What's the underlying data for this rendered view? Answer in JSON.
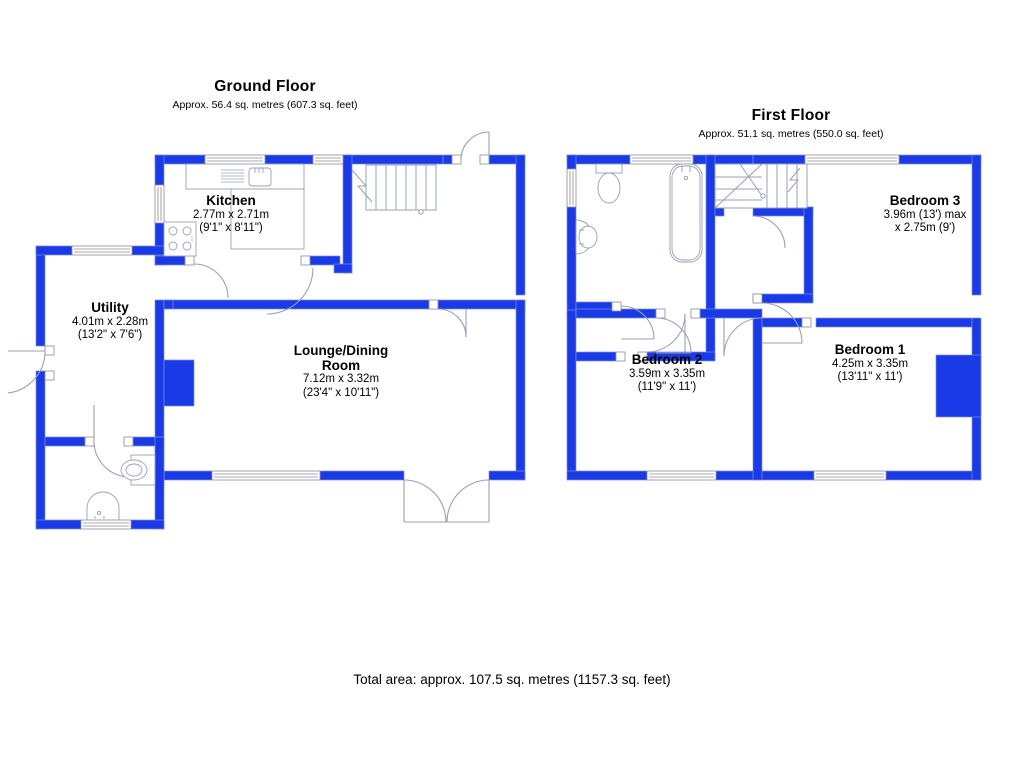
{
  "document": {
    "type": "floor-plan",
    "total_area": "Total area: approx. 107.5 sq. metres (1157.3 sq. feet)"
  },
  "colors": {
    "wall": "#1a3ae8",
    "wall_outline": "#8f9fd8",
    "fixture_line": "#9aa0b4",
    "door_arc": "#9aa0b4",
    "background": "#ffffff",
    "text": "#000000"
  },
  "floors": [
    {
      "id": "ground",
      "title": "Ground Floor",
      "area": "Approx. 56.4 sq. metres (607.3 sq. feet)",
      "rooms": [
        {
          "id": "kitchen",
          "name": "Kitchen",
          "dim_metric": "2.77m x 2.71m",
          "dim_imperial": "(9'1\" x 8'11\")"
        },
        {
          "id": "utility",
          "name": "Utility",
          "dim_metric": "4.01m x 2.28m",
          "dim_imperial": "(13'2\" x 7'6\")"
        },
        {
          "id": "lounge",
          "name": "Lounge/Dining Room",
          "name_line1": "Lounge/Dining",
          "name_line2": "Room",
          "dim_metric": "7.12m x 3.32m",
          "dim_imperial": "(23'4\" x 10'11\")"
        }
      ],
      "fixtures": [
        "kitchen-sink",
        "kitchen-hob",
        "kitchen-worktop",
        "wc-toilet",
        "wc-basin",
        "staircase-up"
      ]
    },
    {
      "id": "first",
      "title": "First Floor",
      "area": "Approx. 51.1 sq. metres (550.0 sq. feet)",
      "rooms": [
        {
          "id": "bedroom3",
          "name": "Bedroom 3",
          "dim_metric": "3.96m (13') max",
          "dim_imperial": "x 2.75m (9')"
        },
        {
          "id": "bedroom2",
          "name": "Bedroom 2",
          "dim_metric": "3.59m x 3.35m",
          "dim_imperial": "(11'9\" x 11')"
        },
        {
          "id": "bedroom1",
          "name": "Bedroom 1",
          "dim_metric": "4.25m x 3.35m",
          "dim_imperial": "(13'11\" x 11')"
        }
      ],
      "fixtures": [
        "bathroom-toilet",
        "bathroom-basin",
        "bathroom-bath",
        "staircase-winder",
        "landing"
      ]
    }
  ]
}
